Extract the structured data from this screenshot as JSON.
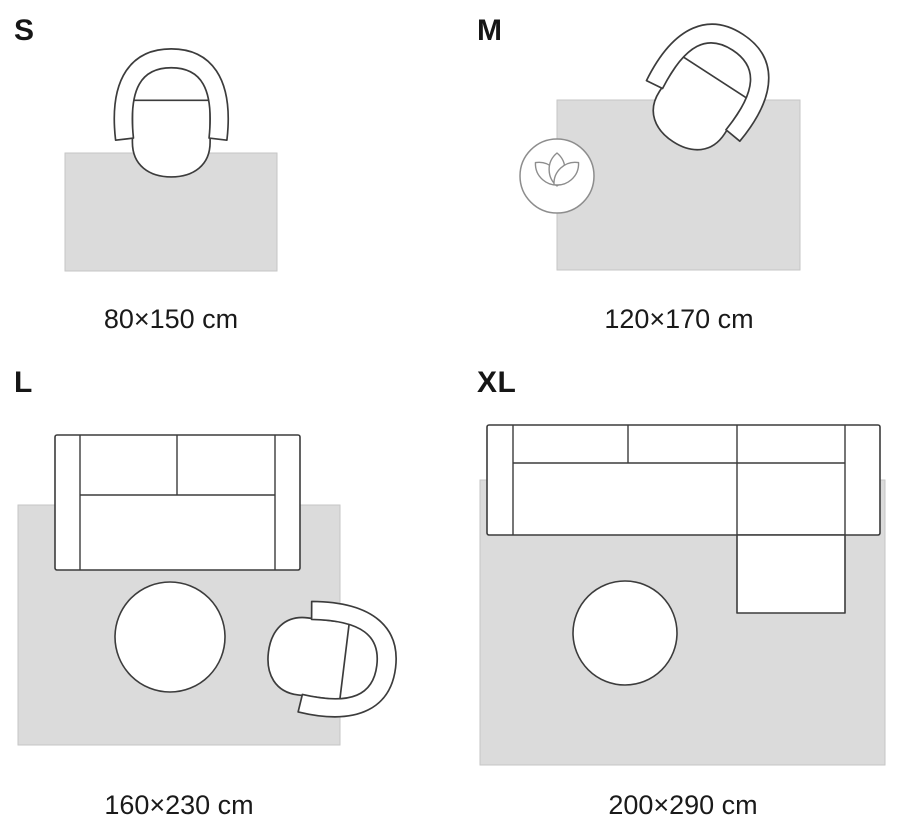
{
  "guide": {
    "sizes": [
      {
        "id": "s",
        "label": "S",
        "dimensions": "80×150 cm",
        "furniture": [
          "armchair"
        ]
      },
      {
        "id": "m",
        "label": "M",
        "dimensions": "120×170 cm",
        "furniture": [
          "armchair",
          "plant"
        ]
      },
      {
        "id": "l",
        "label": "L",
        "dimensions": "160×230 cm",
        "furniture": [
          "sofa",
          "round-pouf",
          "armchair"
        ]
      },
      {
        "id": "xl",
        "label": "XL",
        "dimensions": "200×290 cm",
        "furniture": [
          "sectional-sofa",
          "round-pouf"
        ]
      }
    ]
  },
  "colors": {
    "background": "#ffffff",
    "rug_fill": "#dbdbdb",
    "rug_stroke": "#c6c6c6",
    "furniture_stroke": "#3c3c3c",
    "plant_stroke": "#8d8d8d",
    "text": "#161616"
  }
}
